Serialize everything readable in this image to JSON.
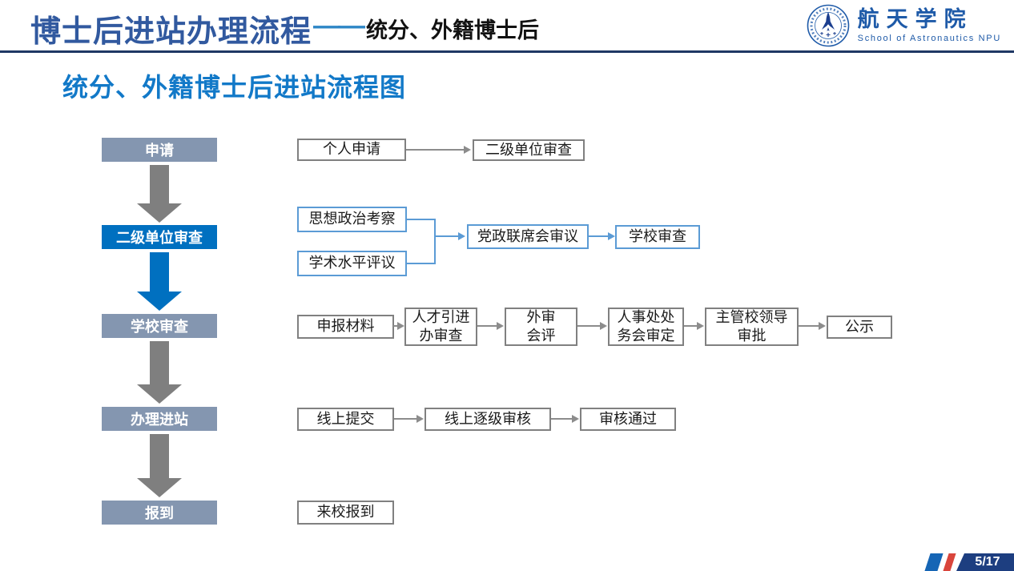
{
  "header": {
    "title_main": "博士后进站办理流程",
    "title_dash": "——",
    "title_suffix": "统分、外籍博士后",
    "logo": {
      "emblem": "astronautics-emblem",
      "name_cn": "航天学院",
      "name_en": "School of Astronautics NPU"
    }
  },
  "subtitle": "统分、外籍博士后进站流程图",
  "stages": [
    {
      "label": "申请",
      "highlight": false
    },
    {
      "label": "二级单位审查",
      "highlight": true
    },
    {
      "label": "学校审查",
      "highlight": false
    },
    {
      "label": "办理进站",
      "highlight": false
    },
    {
      "label": "报到",
      "highlight": false
    }
  ],
  "rows": {
    "apply": {
      "boxes": [
        "个人申请",
        "二级单位审查"
      ]
    },
    "unit_review": {
      "inputs": [
        "思想政治考察",
        "学术水平评议"
      ],
      "steps": [
        "党政联席会审议",
        "学校审查"
      ]
    },
    "school_review": {
      "boxes": [
        "申报材料",
        "人才引进\n办审查",
        "外审\n会评",
        "人事处处\n务会审定",
        "主管校领导\n审批",
        "公示"
      ]
    },
    "entry": {
      "boxes": [
        "线上提交",
        "线上逐级审核",
        "审核通过"
      ]
    },
    "report": {
      "boxes": [
        "来校报到"
      ]
    }
  },
  "footer": {
    "page_number": "5/17"
  },
  "colors": {
    "title_blue": "#31599F",
    "title_dash_blue": "#2E86C6",
    "subtitle_blue": "#1279C8",
    "header_rule_navy": "#1F3864",
    "stage_default": "#8496B0",
    "stage_highlight": "#0070C0",
    "arrow_gray": "#7F7F7F",
    "arrow_blue": "#0070C0",
    "box_border_gray": "#808080",
    "box_border_blue": "#5B9BD5",
    "footer_navy": "#1D3E80",
    "footer_stripe_blue": "#1565B5",
    "footer_stripe_red": "#D9453C",
    "logo_blue": "#1E5AA8"
  }
}
